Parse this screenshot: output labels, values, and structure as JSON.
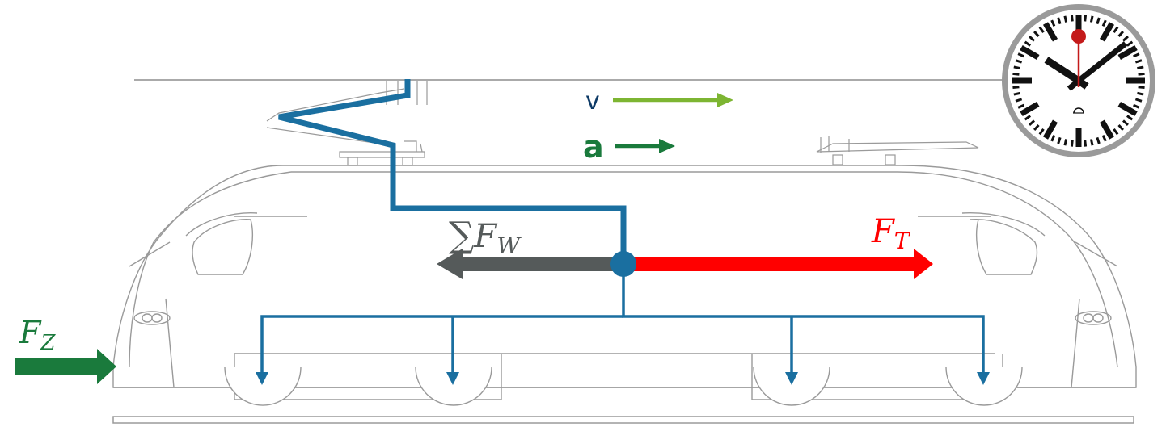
{
  "labels": {
    "velocity": "v",
    "acceleration": "a",
    "resistance_symbol": "∑",
    "resistance_base": "F",
    "resistance_sub": "W",
    "traction_base": "F",
    "traction_sub": "T",
    "coupler_base": "F",
    "coupler_sub": "Z"
  },
  "colors": {
    "velocity": "#7db532",
    "acceleration": "#1a7a3c",
    "resistance": "#555a5a",
    "traction": "#ff0000",
    "coupler": "#1a7a3c",
    "load_path": "#1a6fa0",
    "center_of_mass": "#1a6fa0",
    "outline": "#9a9a9a",
    "clock_hand": "#111111",
    "clock_second_hand": "#c41a1a"
  },
  "icons": {
    "clock": "station-clock-icon"
  }
}
